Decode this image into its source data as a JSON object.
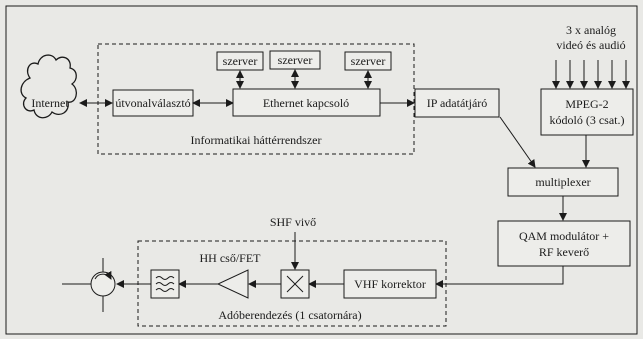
{
  "diagram": {
    "internet": "Internet",
    "router": "útvonalválasztó",
    "switch": "Ethernet kapcsoló",
    "servers": [
      "szerver",
      "szerver",
      "szerver"
    ],
    "it_background": "Informatikai háttérrendszer",
    "ip_gateway": "IP adatátjáró",
    "analog_inputs_line1": "3 x analóg",
    "analog_inputs_line2": "videó és audió",
    "encoder_line1": "MPEG-2",
    "encoder_line2": "kódoló (3 csat.)",
    "multiplexer": "multiplexer",
    "qam_line1": "QAM modulátor +",
    "qam_line2": "RF keverő",
    "vhf_corrector": "VHF korrektor",
    "shf_carrier": "SHF vivő",
    "amplifier": "HH cső/FET",
    "transmitter_group": "Adóberendezés (1 csatornára)"
  },
  "colors": {
    "line": "#1b1b1b",
    "background": "#e9e9e6",
    "box_fill": "#ededea"
  }
}
